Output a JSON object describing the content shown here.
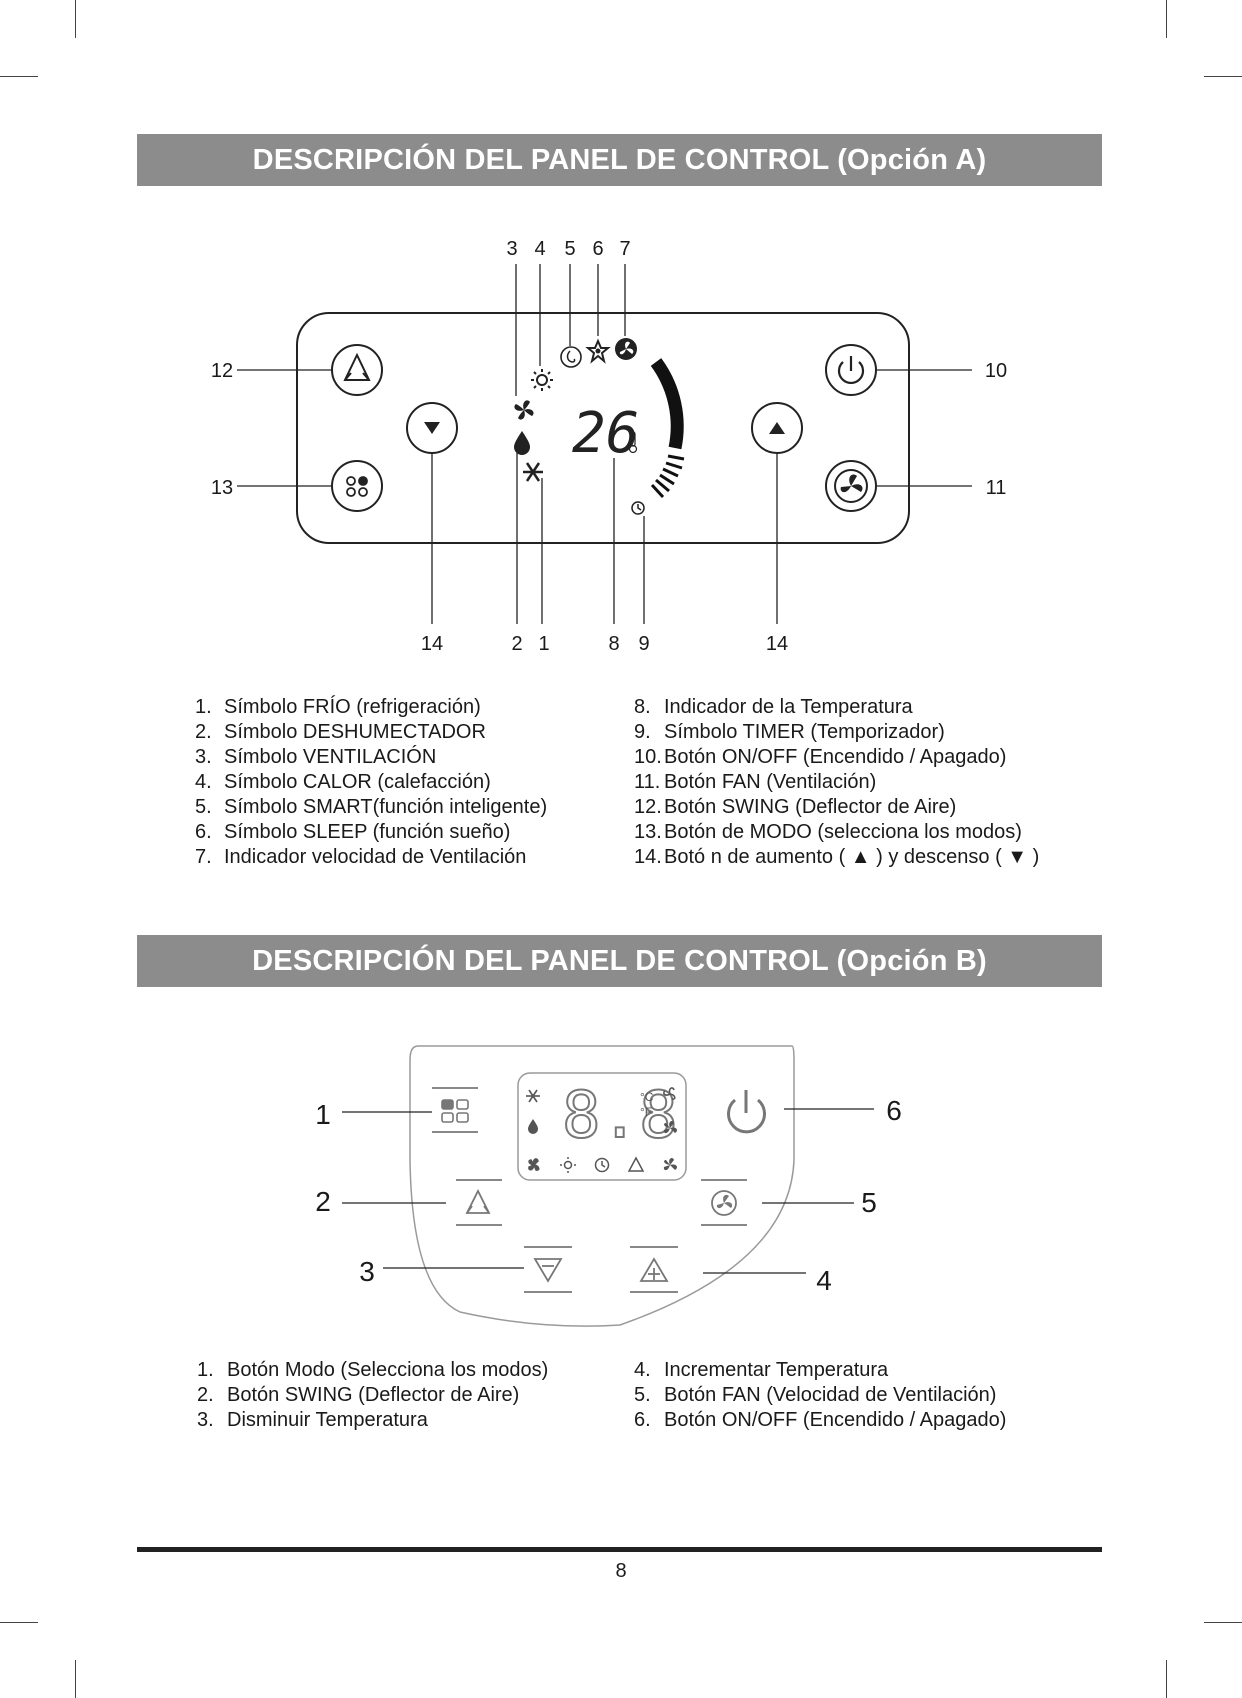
{
  "sectionA": {
    "title": "DESCRIPCIÓN DEL PANEL DE CONTROL (Opción A)",
    "display_temp": "26",
    "callouts_top": [
      "3",
      "4",
      "5",
      "6",
      "7"
    ],
    "callouts_left": [
      "12",
      "13"
    ],
    "callouts_right": [
      "10",
      "11"
    ],
    "callouts_bottom": [
      "14",
      "2",
      "1",
      "8",
      "9",
      "14"
    ],
    "items_left": [
      {
        "n": "1.",
        "text": "Símbolo FRÍO (refrigeración)"
      },
      {
        "n": "2.",
        "text": "Símbolo DESHUMECTADOR"
      },
      {
        "n": "3.",
        "text": "Símbolo VENTILACIÓN"
      },
      {
        "n": "4.",
        "text": "Símbolo CALOR (calefacción)"
      },
      {
        "n": "5.",
        "text": "Símbolo SMART(función inteligente)"
      },
      {
        "n": "6.",
        "text": "Símbolo SLEEP (función sueño)"
      },
      {
        "n": "7.",
        "text": "Indicador velocidad de Ventilación"
      }
    ],
    "items_right": [
      {
        "n": "8.",
        "text": "Indicador de la Temperatura"
      },
      {
        "n": "9.",
        "text": "Símbolo TIMER (Temporizador)"
      },
      {
        "n": "10.",
        "text": "Botón ON/OFF (Encendido / Apagado)"
      },
      {
        "n": "11.",
        "text": "Botón FAN (Ventilación)"
      },
      {
        "n": "12.",
        "text": "Botón SWING (Deflector de Aire)"
      },
      {
        "n": "13.",
        "text": "Botón de MODO (selecciona los modos)"
      },
      {
        "n": "14.",
        "text": "Botó n de aumento ( ▲ ) y descenso ( ▼ )"
      }
    ],
    "icons": [
      "swing-icon",
      "mode-icon",
      "down-arrow-icon",
      "up-arrow-icon",
      "power-icon",
      "fan-icon",
      "cool-icon",
      "dehumidify-icon",
      "ventilation-icon",
      "heat-icon",
      "smart-icon",
      "sleep-icon",
      "fan-speed-icon",
      "thermometer-icon",
      "timer-icon"
    ]
  },
  "sectionB": {
    "title": "DESCRIPCIÓN DEL PANEL DE CONTROL (Opción B)",
    "display_digits": "8.8",
    "unit_c": "°C",
    "unit_f": "°F",
    "callouts": [
      "1",
      "2",
      "3",
      "4",
      "5",
      "6"
    ],
    "items_left": [
      {
        "n": "1.",
        "text": "Botón Modo (Selecciona los modos)"
      },
      {
        "n": "2.",
        "text": "Botón SWING (Deflector de Aire)"
      },
      {
        "n": "3.",
        "text": "Disminuir Temperatura"
      }
    ],
    "items_right": [
      {
        "n": "4.",
        "text": "Incrementar Temperatura"
      },
      {
        "n": "5.",
        "text": "Botón FAN (Velocidad de Ventilación)"
      },
      {
        "n": "6.",
        "text": "Botón ON/OFF (Encendido / Apagado)"
      }
    ]
  },
  "page_number": "8"
}
